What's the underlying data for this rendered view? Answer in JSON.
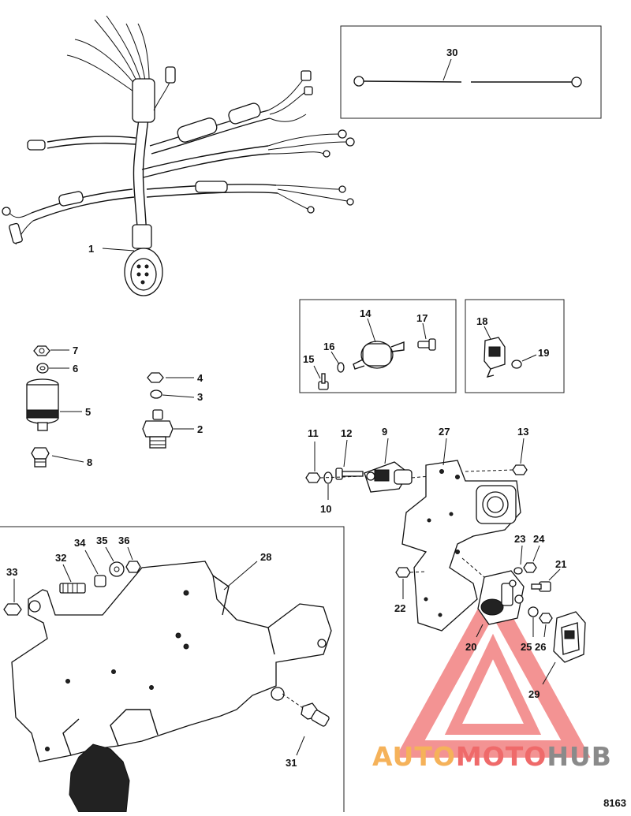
{
  "figure": {
    "number": "8163",
    "callouts": [
      "1",
      "2",
      "3",
      "4",
      "5",
      "6",
      "7",
      "8",
      "9",
      "10",
      "11",
      "12",
      "13",
      "14",
      "15",
      "16",
      "17",
      "18",
      "19",
      "20",
      "21",
      "22",
      "23",
      "24",
      "25",
      "26",
      "27",
      "28",
      "29",
      "30",
      "31",
      "32",
      "33",
      "34",
      "35",
      "36"
    ]
  },
  "watermark": {
    "parts": [
      "AUTO",
      "MOTO",
      "HUB"
    ],
    "colors": {
      "auto": "#f5b25a",
      "moto": "#ef6a6a",
      "hub": "#8a8a8a",
      "triangle": "#f07070"
    }
  }
}
